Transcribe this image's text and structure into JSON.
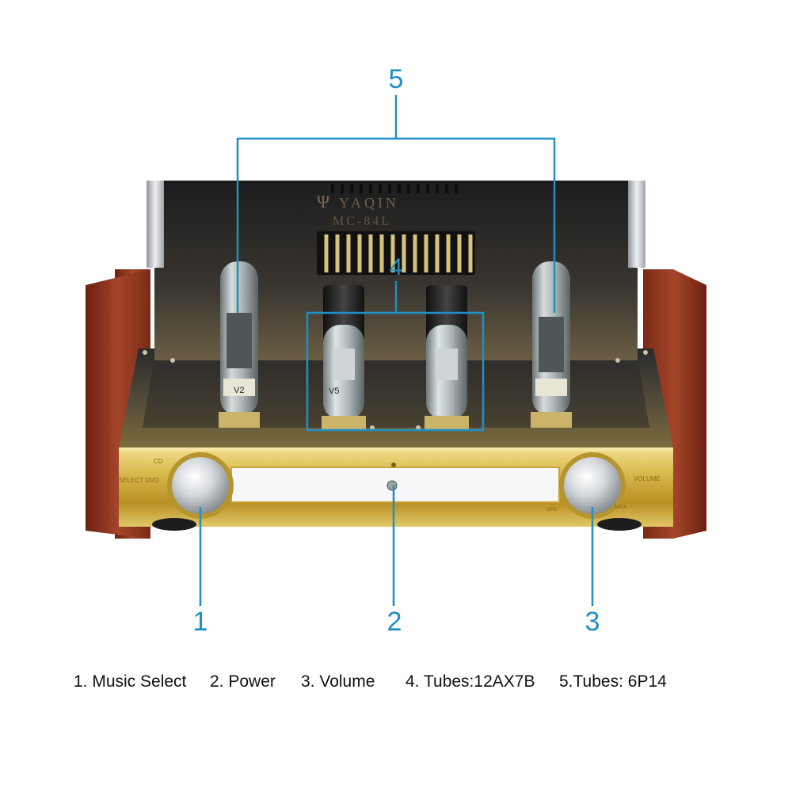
{
  "callouts": {
    "c1": "1",
    "c2": "2",
    "c3": "3",
    "c4": "4",
    "c5": "5"
  },
  "legend": {
    "l1": "1. Music Select",
    "l2": "2. Power",
    "l3": "3.  Volume",
    "l4": "4.  Tubes:12AX7B",
    "l5": "5.Tubes: 6P14"
  },
  "device": {
    "brand": "YAQIN",
    "model": "MC-84L",
    "tube_label_left": "V2",
    "tube_label_mid": "V5",
    "panel_cd": "CD",
    "panel_select": "SELECT DVD",
    "panel_volume": "VOLUME",
    "panel_min": "MIN",
    "panel_max": "MAX"
  },
  "colors": {
    "callout": "#1f8fc4",
    "gold": "#d6b548",
    "wood": "#8a2f1c",
    "chrome": "#c9ccd1"
  }
}
